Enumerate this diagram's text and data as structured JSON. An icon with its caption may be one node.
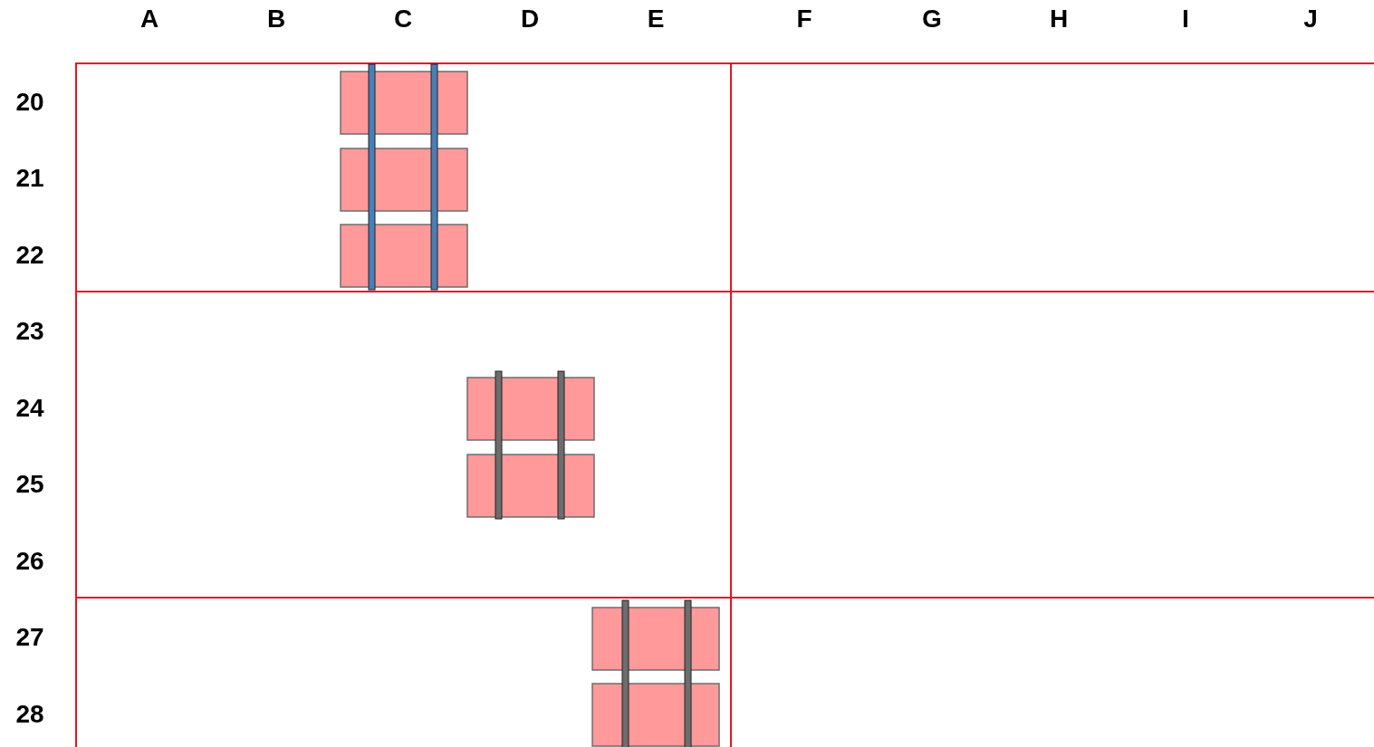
{
  "diagram": {
    "labels": [
      "A",
      "B",
      "C",
      "D",
      "E",
      "F",
      "G",
      "H",
      "I",
      "J",
      "20",
      "21",
      "22",
      "23",
      "24",
      "25",
      "26",
      "27",
      "28"
    ]
  }
}
